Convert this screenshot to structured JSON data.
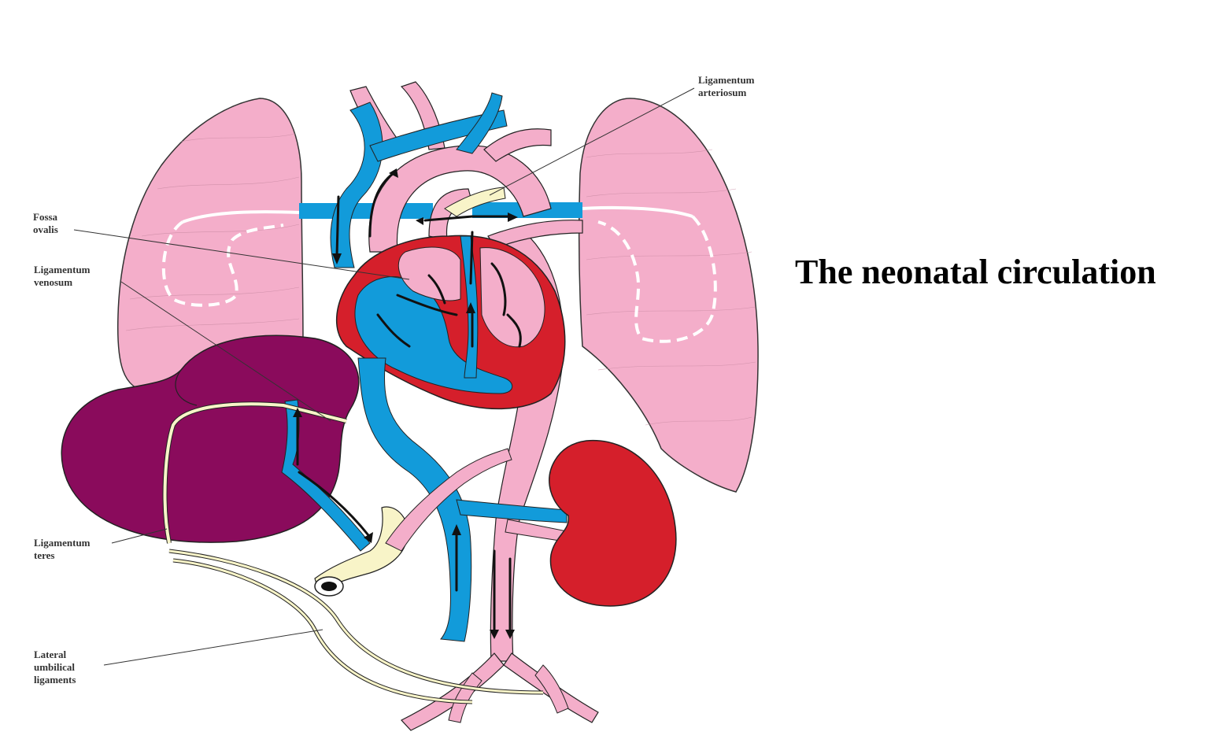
{
  "slide": {
    "title": "The neonatal circulation"
  },
  "labels": {
    "ligamentum_arteriosum": [
      "Ligamentum",
      "arteriosum"
    ],
    "fossa_ovalis": [
      "Fossa",
      "ovalis"
    ],
    "ligamentum_venosum": [
      "Ligamentum",
      "venosum"
    ],
    "ligamentum_teres": [
      "Ligamentum",
      "teres"
    ],
    "lateral_umbilical_ligaments": [
      "Lateral",
      "umbilical",
      "ligaments"
    ]
  },
  "colors": {
    "lung": "#F4AECA",
    "artery": "#F4AECA",
    "vein": "#129BDA",
    "heart": "#D51F2B",
    "liver": "#8A0B5C",
    "kidney": "#D51F2B",
    "ligament": "#F8F4C8",
    "outline": "#222222"
  }
}
